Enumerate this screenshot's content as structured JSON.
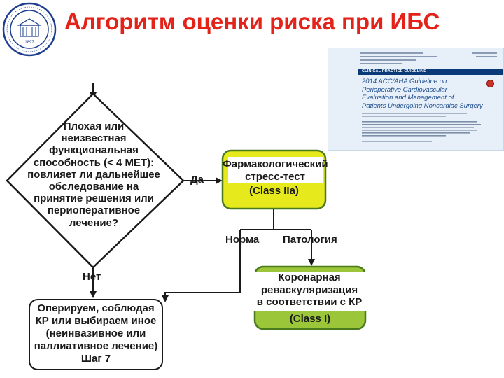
{
  "header": {
    "title": "Алгоритм оценки риска при ИБС"
  },
  "logo": {
    "icon": "university-seal-icon",
    "year": "1897"
  },
  "paper": {
    "section_label": "CLINICAL PRACTICE GUIDELINE",
    "title_lines": [
      "2014 ACC/AHA Guideline on",
      "Perioperative Cardiovascular",
      "Evaluation and Management of",
      "Patients Undergoing Noncardiac Surgery"
    ]
  },
  "flow": {
    "decision_lines": [
      "Плохая или",
      "неизвестная",
      "функциональная",
      "способность (< 4 МЕТ):",
      "повлияет ли дальнейшее",
      "обследование на",
      "принятие решения или",
      "периоперативное",
      "лечение?"
    ],
    "yes_label": "Да",
    "no_label": "Нет",
    "stress_test_lines": [
      "Фармакологический",
      "стресс-тест"
    ],
    "stress_test_class": "(Class IIa)",
    "normal_label": "Норма",
    "pathology_label": "Патология",
    "revasc_lines": [
      "Коронарная",
      "реваскуляризация",
      "в соответствии с КР"
    ],
    "revasc_class": "(Class I)",
    "operate_lines": [
      "Оперируем, соблюдая",
      "КР или выбираем иное",
      "(неинвазивное или",
      "паллиативное лечение)",
      "Шаг 7"
    ]
  },
  "colors": {
    "title": "#e32219",
    "accent_yellow": "#e6ea1c",
    "accent_green": "#9cc63a",
    "outline_green": "#4a7a1e"
  }
}
